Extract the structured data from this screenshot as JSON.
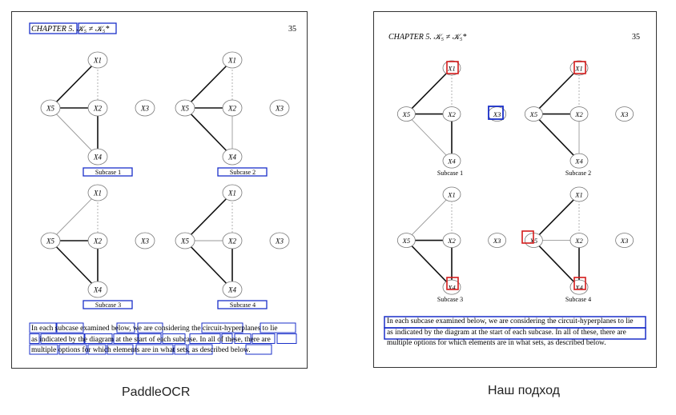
{
  "left_panel": {
    "header": "CHAPTER 5.",
    "header_math": "𝒦₅ ≠ 𝒦₅*",
    "page_number": "35",
    "subcases": [
      "Subcase 1",
      "Subcase 2",
      "Subcase 3",
      "Subcase 4"
    ],
    "node_labels": [
      "X1",
      "X2",
      "X3",
      "X4",
      "X5"
    ],
    "paragraph": [
      "In each subcase examined below, we are considering the circuit-hyperplanes to lie",
      "as indicated by the diagram at the start of each subcase. In all of these, there are",
      "multiple options for which elements are in what sets, as described below."
    ]
  },
  "right_panel": {
    "header": "CHAPTER 5.",
    "header_math": "𝒦₅ ≠ 𝒦₅*",
    "page_number": "35",
    "subcases": [
      "Subcase 1",
      "Subcase 2",
      "Subcase 3",
      "Subcase 4"
    ],
    "paragraph": [
      "In each subcase examined below, we are considering the circuit-hyperplanes to lie",
      "as indicated by the diagram at the start of each subcase. In all of these, there are",
      "multiple options for which elements are in what sets, as described below."
    ]
  },
  "captions": {
    "left": "PaddleOCR",
    "right": "Наш подход"
  },
  "colors": {
    "blue_box": "#1a2fc9",
    "red_box": "#d41c1c",
    "panel_border": "#333333"
  }
}
